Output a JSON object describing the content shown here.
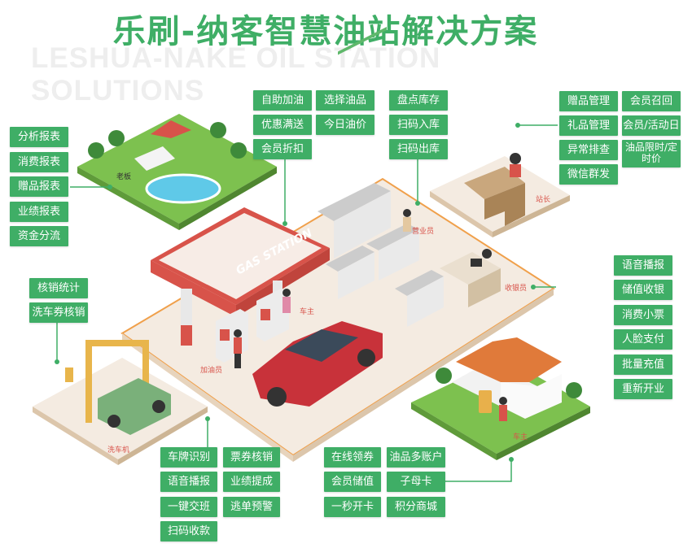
{
  "header": {
    "title": "乐刷-纳客智慧油站解决方案",
    "subtitle": "LESHUA-NAKE OIL STATION SOLUTIONS"
  },
  "scene": {
    "sign": "GAS STATION",
    "roles": {
      "boss": "老板",
      "stationmaster": "站长",
      "sales": "营业员",
      "cashier": "收银员",
      "owner1": "车主",
      "fueler": "加油员",
      "carwash": "洗车机",
      "owner2": "车主"
    }
  },
  "tags": {
    "boss": [
      "分析报表",
      "消费报表",
      "赠品报表",
      "业绩报表",
      "资金分流"
    ],
    "pump": [
      "自助加油",
      "选择油品",
      "优惠满送",
      "今日油价",
      "会员折扣"
    ],
    "stock": [
      "盘点库存",
      "扫码入库",
      "扫码出库"
    ],
    "master": [
      "赠品管理",
      "会员召回",
      "礼品管理",
      "会员/活动日",
      "异常排查",
      "油品限时/定时价",
      "微信群发"
    ],
    "cashier": [
      "语音播报",
      "储值收银",
      "消费小票",
      "人脸支付",
      "批量充值",
      "重新开业"
    ],
    "wash": [
      "核销统计",
      "洗车券核销"
    ],
    "fueler": [
      "车牌识别",
      "票券核销",
      "语音播报",
      "业绩提成",
      "一键交班",
      "逃单预警",
      "扫码收款"
    ],
    "member": [
      "在线领券",
      "油品多账户",
      "会员储值",
      "子母卡",
      "一秒开卡",
      "积分商城"
    ]
  },
  "colors": {
    "accent": "#3fae66",
    "brand_red": "#d8534a",
    "orange": "#f0a04b"
  }
}
